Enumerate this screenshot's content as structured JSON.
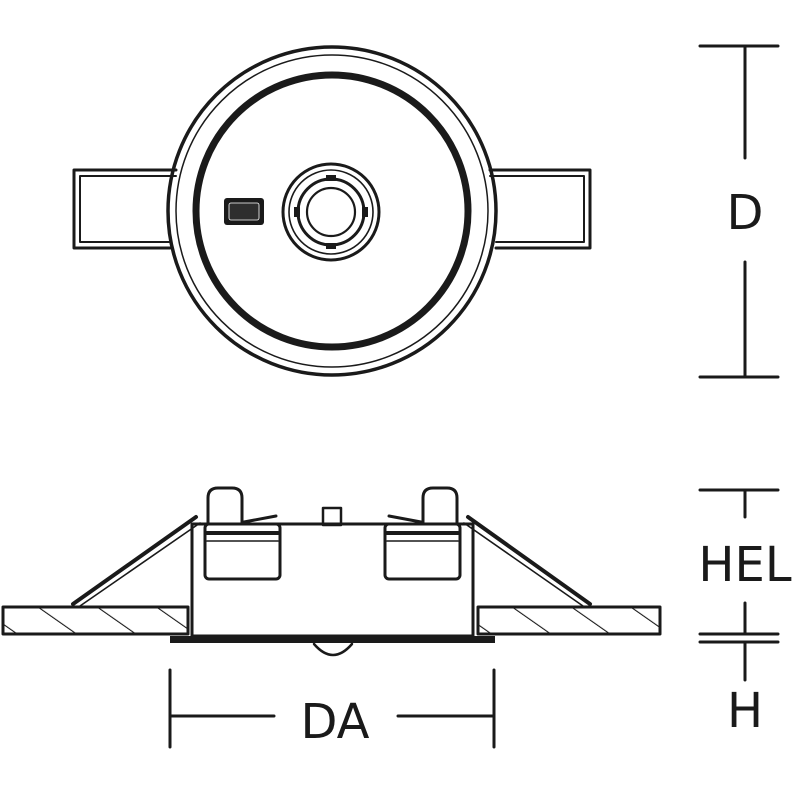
{
  "dimensions": {
    "diameter": "D",
    "installed_height": "HEL",
    "cutout_diameter": "DA",
    "rim_height": "H"
  },
  "colors": {
    "line": "#1a1a1a",
    "background": "#ffffff"
  },
  "icons": {
    "top_view": "recessed-light-top-view",
    "side_view": "recessed-light-side-section"
  }
}
